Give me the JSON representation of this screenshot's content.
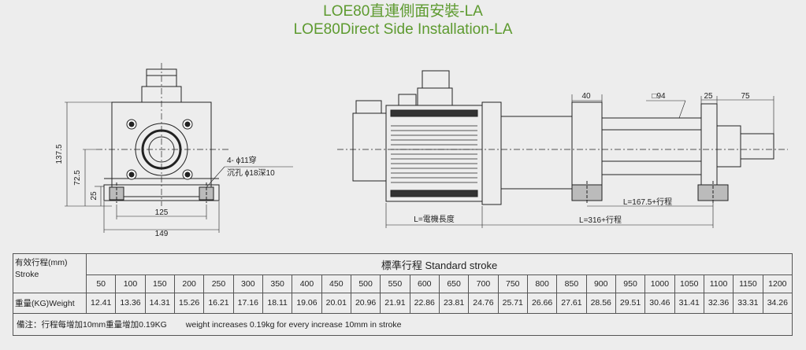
{
  "title": {
    "cn": "LOE80直連側面安裝-LA",
    "en": "LOE80Direct  Side Installation-LA"
  },
  "drawing": {
    "dims_left": [
      "137.5",
      "72.5",
      "25",
      "125",
      "149"
    ],
    "hole_note_1": "4- ϕ11穿",
    "hole_note_2": "沉孔 ϕ18深10",
    "dims_right": [
      "40",
      "□94",
      "25",
      "75"
    ],
    "motor_length": "L=電機長度",
    "len1": "L=167.5+行程",
    "len2": "L=316+行程"
  },
  "table": {
    "row_header_cn": "有效行程(mm)",
    "row_header_en": "Stroke",
    "top_header": "標準行程   Standard stroke",
    "weight_label": "重量(KG)Weight",
    "strokes": [
      "50",
      "100",
      "150",
      "200",
      "250",
      "300",
      "350",
      "400",
      "450",
      "500",
      "550",
      "600",
      "650",
      "700",
      "750",
      "800",
      "850",
      "900",
      "950",
      "1000",
      "1050",
      "1100",
      "1150",
      "1200"
    ],
    "weights": [
      "12.41",
      "13.36",
      "14.31",
      "15.26",
      "16.21",
      "17.16",
      "18.11",
      "19.06",
      "20.01",
      "20.96",
      "21.91",
      "22.86",
      "23.81",
      "24.76",
      "25.71",
      "26.66",
      "27.61",
      "28.56",
      "29.51",
      "30.46",
      "31.41",
      "32.36",
      "33.31",
      "34.26"
    ],
    "note_cn": "備注：行程每增加10mm重量增加0.19KG",
    "note_en": "weight increases 0.19kg for every increase 10mm in stroke"
  }
}
